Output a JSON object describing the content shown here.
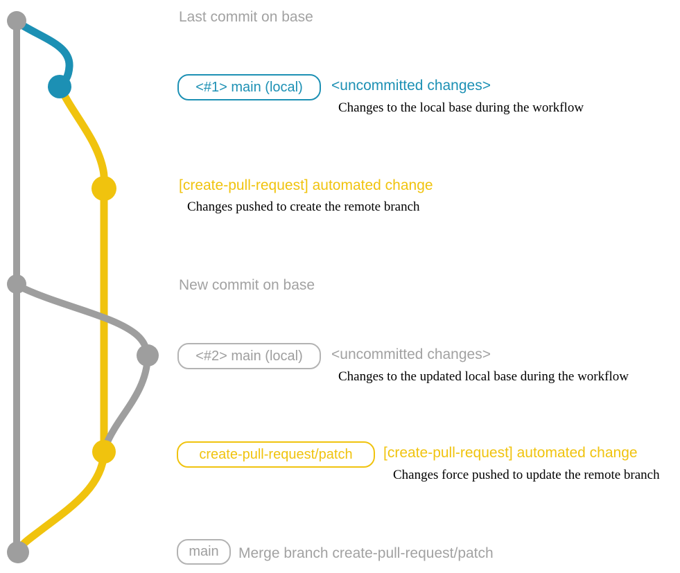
{
  "colors": {
    "branch_gray": "#9e9e9e",
    "text_gray": "#a2a2a2",
    "branch_blue": "#1c90b4",
    "branch_yellow": "#f0c30e",
    "description_black": "#000000"
  },
  "diagram": {
    "top": {
      "label": "Last commit on base"
    },
    "row1": {
      "branch_label": "<#1> main (local)",
      "status": "<uncommitted changes>",
      "description": "Changes to the local base during the workflow"
    },
    "row2": {
      "title": "[create-pull-request] automated change",
      "description": "Changes pushed to create the remote branch"
    },
    "middle": {
      "label": "New commit on base"
    },
    "row3": {
      "branch_label": "<#2> main (local)",
      "status": "<uncommitted changes>",
      "description": "Changes to the updated local base during the workflow"
    },
    "row4": {
      "branch_label": "create-pull-request/patch",
      "title": "[create-pull-request] automated change",
      "description": "Changes force pushed to update the remote branch"
    },
    "bottom": {
      "branch_label": "main",
      "description": "Merge branch create-pull-request/patch"
    }
  }
}
